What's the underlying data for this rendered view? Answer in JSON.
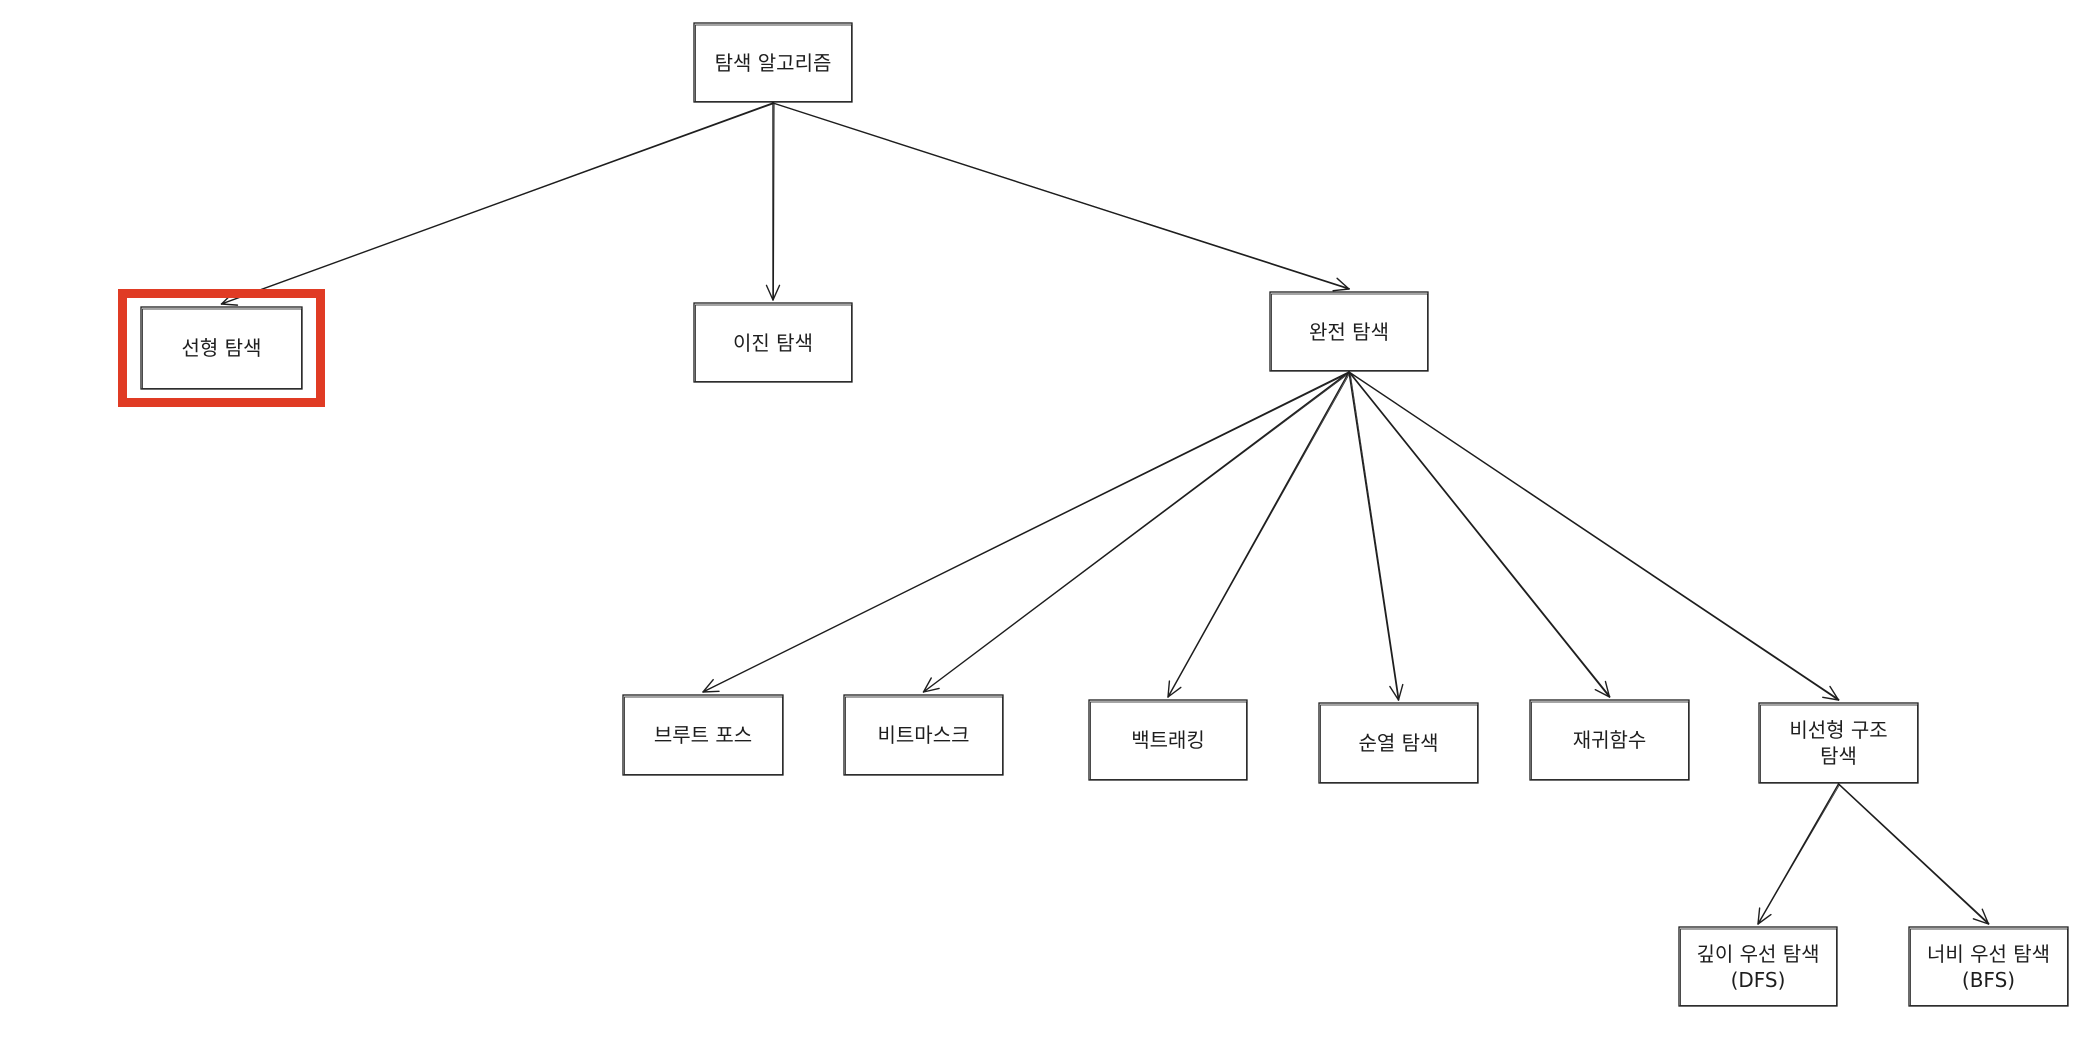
{
  "diagram": {
    "nodes": {
      "root": "탐색 알고리즘",
      "linear": "선형 탐색",
      "binary": "이진 탐색",
      "exhaustive": "완전 탐색",
      "brute": "브루트 포스",
      "bitmask": "비트마스크",
      "backtracking": "백트래킹",
      "permutation": "순열 탐색",
      "recursion": "재귀함수",
      "nonlinear": "비선형 구조\n탐색",
      "dfs": "깊이 우선 탐색\n(DFS)",
      "bfs": "너비 우선 탐색\n(BFS)"
    },
    "edges": [
      [
        "root",
        "linear"
      ],
      [
        "root",
        "binary"
      ],
      [
        "root",
        "exhaustive"
      ],
      [
        "exhaustive",
        "brute"
      ],
      [
        "exhaustive",
        "bitmask"
      ],
      [
        "exhaustive",
        "backtracking"
      ],
      [
        "exhaustive",
        "permutation"
      ],
      [
        "exhaustive",
        "recursion"
      ],
      [
        "exhaustive",
        "nonlinear"
      ],
      [
        "nonlinear",
        "dfs"
      ],
      [
        "nonlinear",
        "bfs"
      ]
    ],
    "highlighted_node": "linear",
    "colors": {
      "stroke": "#1e1e1e",
      "highlight": "#e03b24",
      "background": "#ffffff"
    }
  }
}
